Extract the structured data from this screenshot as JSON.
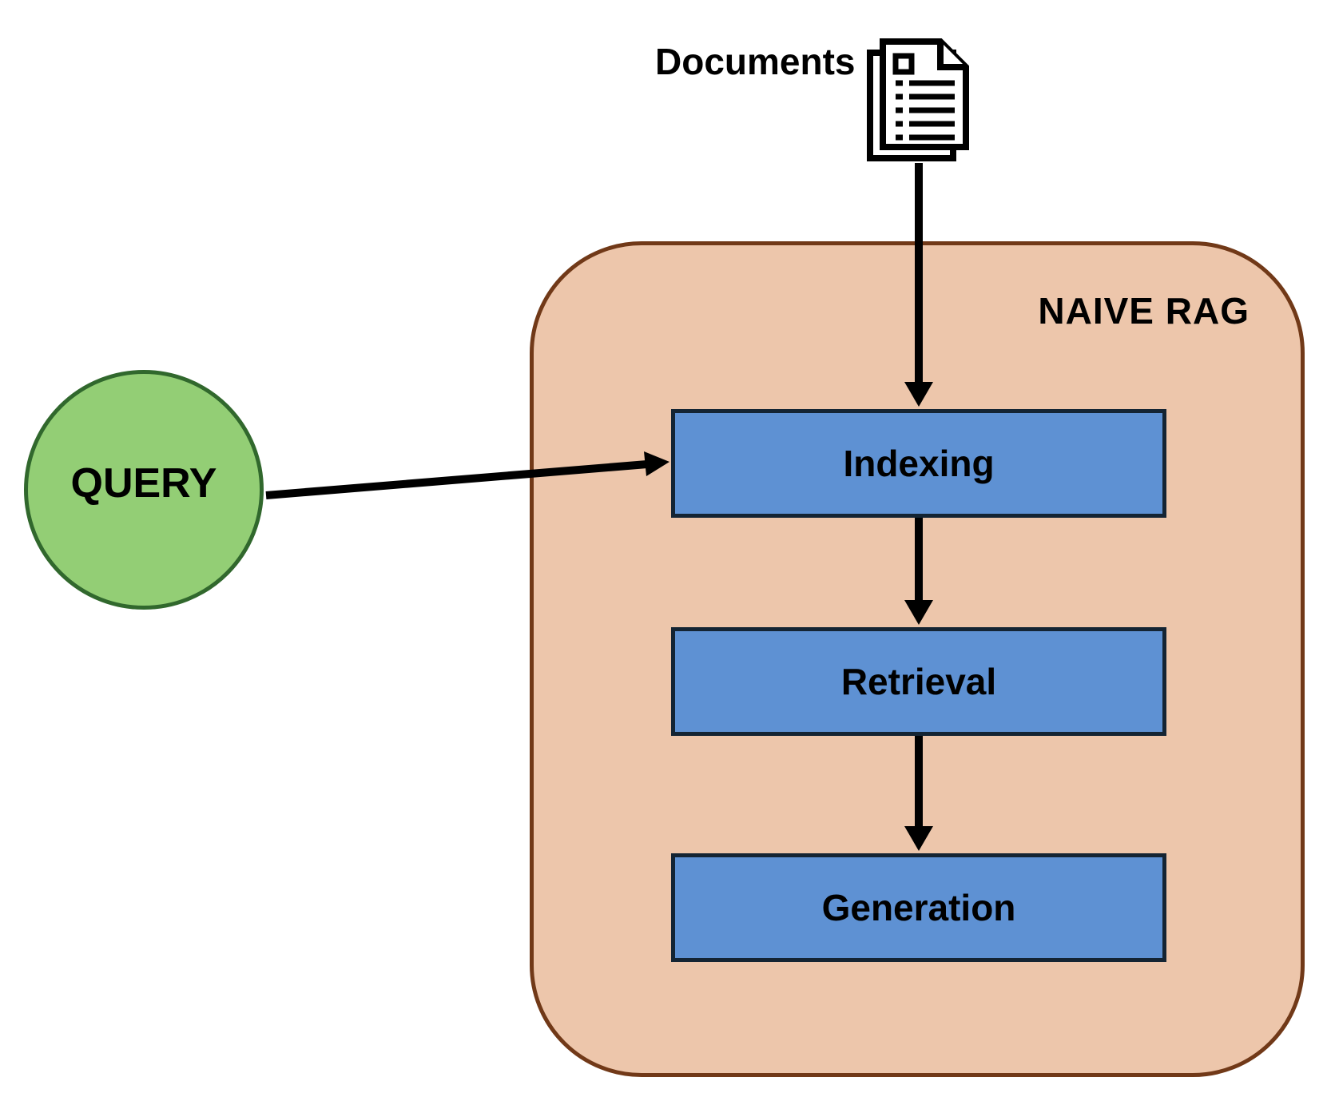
{
  "diagram": {
    "title": "NAIVE RAG",
    "documents": {
      "label": "Documents",
      "icon": "document-stack-icon"
    },
    "query": {
      "label": "QUERY",
      "shape": "circle"
    },
    "pipeline": {
      "container_label": "NAIVE RAG",
      "steps": [
        {
          "label": "Indexing"
        },
        {
          "label": "Retrieval"
        },
        {
          "label": "Generation"
        }
      ]
    },
    "flows": [
      {
        "from": "Documents",
        "to": "Indexing"
      },
      {
        "from": "QUERY",
        "to": "Indexing"
      },
      {
        "from": "Indexing",
        "to": "Retrieval"
      },
      {
        "from": "Retrieval",
        "to": "Generation"
      }
    ],
    "colors": {
      "container_fill": "#EDC6AB",
      "container_border": "#713918",
      "step_fill": "#5E91D3",
      "step_border": "#142433",
      "query_fill": "#93CE75",
      "query_border": "#31682D",
      "arrow": "#000000",
      "text": "#000000",
      "icon_stroke": "#000000"
    }
  }
}
